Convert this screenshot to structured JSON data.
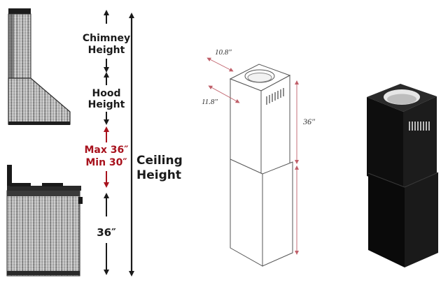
{
  "labels": {
    "chimney_height": [
      "Chimney",
      "Height"
    ],
    "hood_height": [
      "Hood",
      "Height"
    ],
    "max": "Max 36″",
    "min": "Min 30″",
    "ceiling_height": [
      "Ceiling",
      "Height"
    ],
    "counter_height": "36″"
  },
  "dimensions": {
    "width": "10.8″",
    "depth": "11.8″",
    "section_height": "36″"
  },
  "colors": {
    "ink": "#1a1a1a",
    "accent_red": "#a8121d",
    "steel_dark": "#6b6b6b",
    "steel_light": "#e8e8e8",
    "black_finish": "#0a0a0a",
    "dimension_line": "#c0606a"
  }
}
